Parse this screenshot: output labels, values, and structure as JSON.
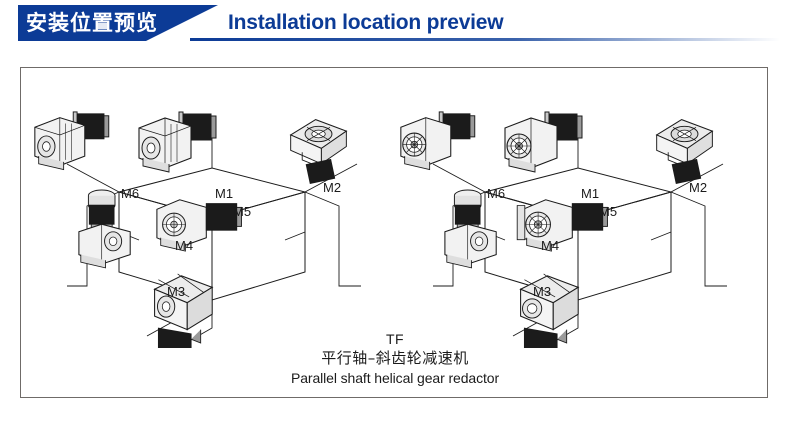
{
  "header": {
    "cn_title": "安装位置预览",
    "en_title": "Installation location preview",
    "tab_color": "#0c3b96",
    "text_color": "#0c3b96"
  },
  "caption": {
    "code": "TF",
    "cn": "平行轴–斜齿轮减速机",
    "en": "Parallel shaft helical gear redactor"
  },
  "diagrams": [
    {
      "id": "left",
      "labels": {
        "m1": "M1",
        "m2": "M2",
        "m3": "M3",
        "m4": "M4",
        "m5": "M5",
        "m6": "M6"
      }
    },
    {
      "id": "right",
      "labels": {
        "m1": "M1",
        "m2": "M2",
        "m3": "M3",
        "m4": "M4",
        "m5": "M5",
        "m6": "M6"
      }
    }
  ],
  "colors": {
    "frame_border": "#6f6b68",
    "line": "#1b1b1b",
    "fill_light": "#f2f2f2",
    "fill_mid": "#c9c9c9",
    "fill_dark": "#1b1b1b",
    "background": "#ffffff"
  }
}
